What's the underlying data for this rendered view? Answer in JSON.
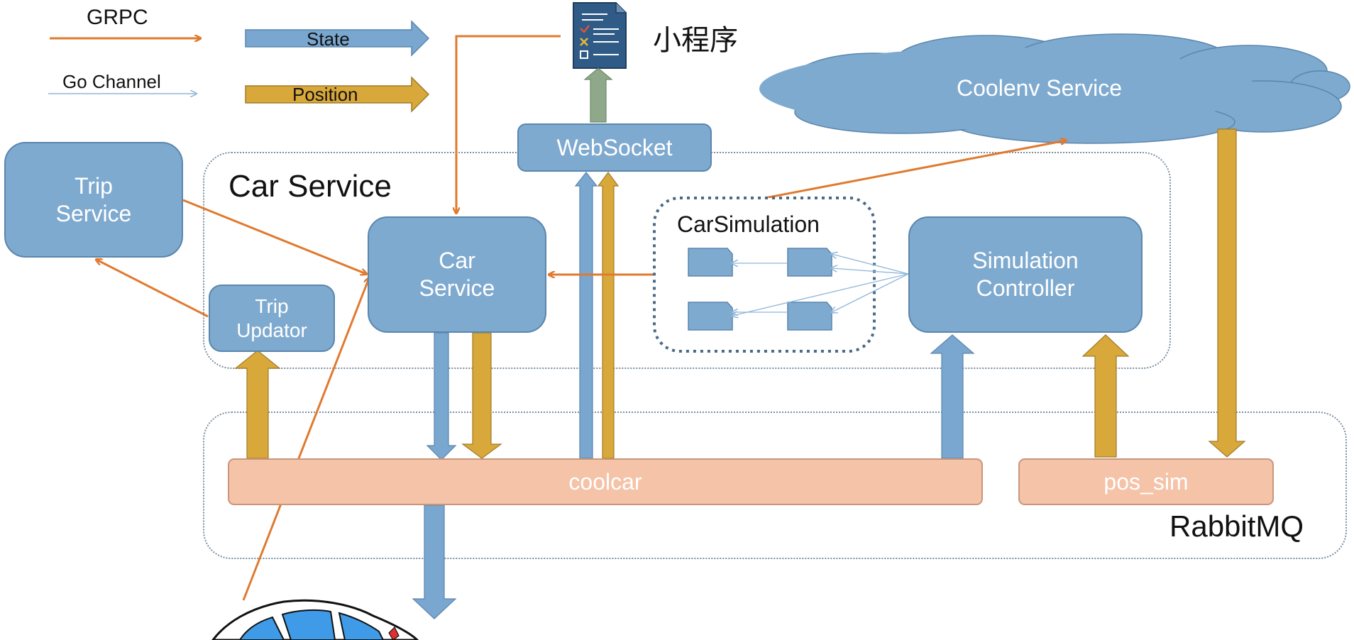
{
  "legend": {
    "grpc": "GRPC",
    "go_channel": "Go Channel",
    "state": "State",
    "position": "Position"
  },
  "miniprogram": {
    "label": "小程序",
    "icon": "document-checklist-icon"
  },
  "websocket": "WebSocket",
  "coolenv": "Coolenv Service",
  "car_service_region": "Car Service",
  "rabbitmq_region": "RabbitMQ",
  "trip_service": {
    "line1": "Trip",
    "line2": "Service"
  },
  "trip_updator": {
    "line1": "Trip",
    "line2": "Updator"
  },
  "car_service": {
    "line1": "Car",
    "line2": "Service"
  },
  "car_simulation": "CarSimulation",
  "simulation_controller": {
    "line1": "Simulation",
    "line2": "Controller"
  },
  "queues": {
    "coolcar": "coolcar",
    "pos_sim": "pos_sim"
  },
  "car_icon": "car-icon",
  "colors": {
    "grpc": "#e07a2f",
    "state": "#7aa7cf",
    "position": "#d9a83b",
    "go_channel": "#8fb6d9",
    "service_fill": "#7faacf",
    "queue_fill": "#f4c3a8"
  }
}
